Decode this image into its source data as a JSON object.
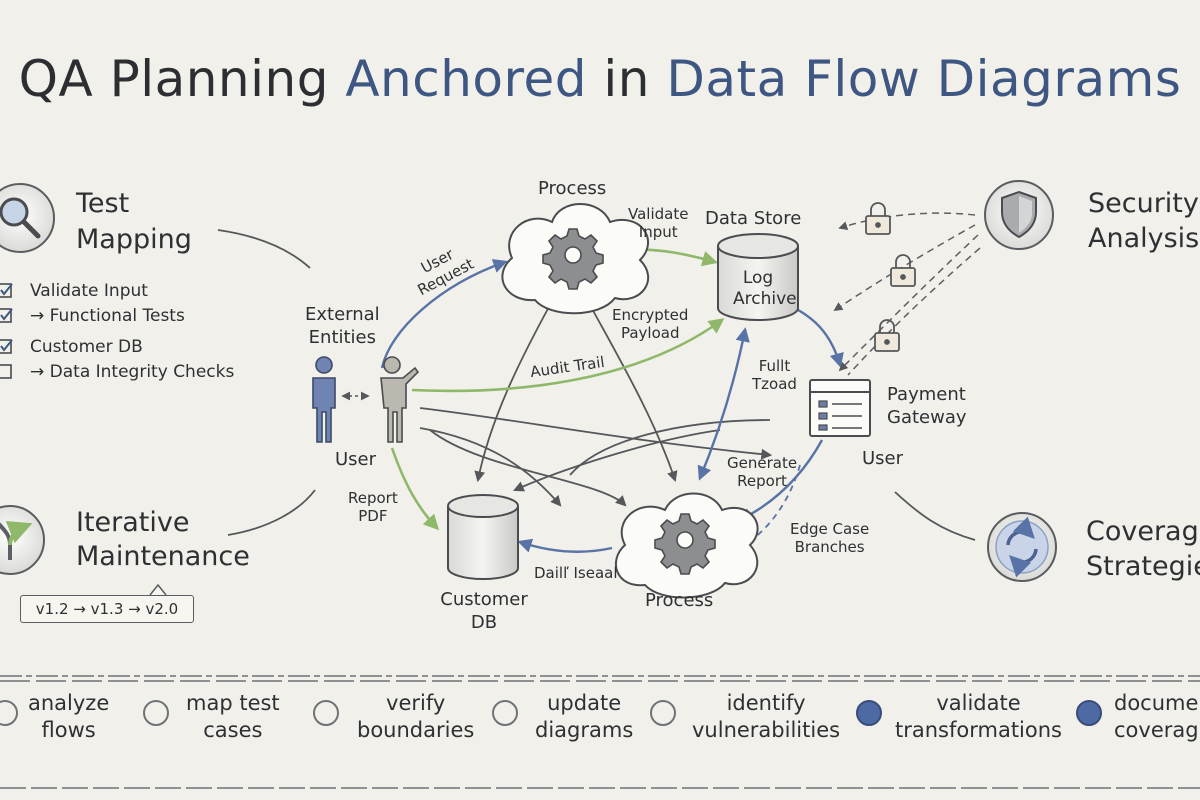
{
  "title": {
    "part1": "QA Planning ",
    "part2": "Anchored",
    "part3": " in ",
    "part4": "Data Flow Diagrams"
  },
  "left_panel": {
    "test_mapping": {
      "line1": "Test",
      "line2": "Mapping",
      "icon": "magnifier-icon"
    },
    "checklist": [
      {
        "checked": true,
        "text": "Validate Input"
      },
      {
        "checked": true,
        "text": "→ Functional Tests"
      },
      {
        "checked": true,
        "text": "Customer DB"
      },
      {
        "checked": false,
        "text": "→ Data Integrity Checks"
      }
    ],
    "iterative": {
      "line1": "Iterative",
      "line2": "Maintenance",
      "icon": "branch-icon",
      "versions": "v1.2 → v1.3 → v2.0"
    }
  },
  "right_panel": {
    "security": {
      "line1": "Security",
      "line2": "Analysis",
      "icon": "shield-icon"
    },
    "coverage": {
      "line1": "Coverage",
      "line2": "Strategies",
      "icon": "refresh-icon"
    }
  },
  "diagram": {
    "nodes": {
      "process_top": "Process",
      "process_bottom": "Process",
      "data_store_title": "Data Store",
      "log_archive": {
        "line1": "Log",
        "line2": "Archive"
      },
      "external_entities": {
        "line1": "External",
        "line2": "Entities"
      },
      "user_left": "User",
      "customer_db": {
        "line1": "Customer",
        "line2": "DB"
      },
      "payment_gateway": {
        "line1": "Payment",
        "line2": "Gateway"
      },
      "user_right": "User"
    },
    "flows": {
      "user_request": {
        "line1": "User",
        "line2": "Request"
      },
      "validate_input": {
        "line1": "Validate",
        "line2": "Input"
      },
      "encrypted_payload": {
        "line1": "Encrypted",
        "line2": "Payload"
      },
      "audit_trail": "Audit Trail",
      "full_load": {
        "line1": "Fullt",
        "line2": "Tzoad"
      },
      "generate_report": {
        "line1": "Generate",
        "line2": "Report"
      },
      "report_pdf": {
        "line1": "Report",
        "line2": "PDF"
      },
      "edge_case": {
        "line1": "Edge Case",
        "line2": "Branches"
      },
      "daily_reset": "Dailľ Iseaal"
    },
    "colors": {
      "ink": "#4a4c50",
      "blue": "#5873a6",
      "green": "#8fb86b",
      "cloud": "#fbfbf8"
    }
  },
  "steps": [
    {
      "line1": "analyze",
      "line2": "flows",
      "filled": false
    },
    {
      "line1": "map test",
      "line2": "cases",
      "filled": false
    },
    {
      "line1": "verify",
      "line2": "boundaries",
      "filled": false
    },
    {
      "line1": "update",
      "line2": "diagrams",
      "filled": false
    },
    {
      "line1": "identify",
      "line2": "vulnerabilities",
      "filled": false
    },
    {
      "line1": "validate",
      "line2": "transformations",
      "filled": true
    },
    {
      "line1": "documen",
      "line2": "coverag",
      "filled": true
    }
  ]
}
